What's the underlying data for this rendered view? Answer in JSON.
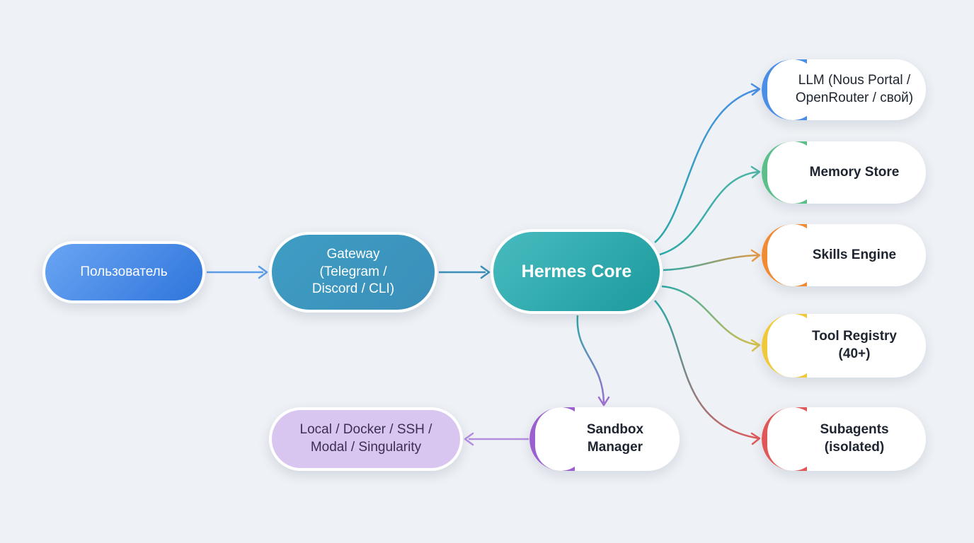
{
  "nodes": {
    "user": {
      "label": "Пользователь"
    },
    "gateway": {
      "label": "Gateway\n(Telegram /\nDiscord / CLI)"
    },
    "core": {
      "label": "Hermes Core"
    },
    "llm": {
      "label": "LLM (Nous Portal /\nOpenRouter / свой)",
      "accent": "#4a8ee6"
    },
    "memory": {
      "label": "Memory Store",
      "accent": "#5cbf8a"
    },
    "skills": {
      "label": "Skills Engine",
      "accent": "#f08a33"
    },
    "tools": {
      "label": "Tool Registry\n(40+)",
      "accent": "#f0c93a"
    },
    "subagents": {
      "label": "Subagents\n(isolated)",
      "accent": "#e05757"
    },
    "sandbox": {
      "label": "Sandbox\nManager",
      "accent": "#9b5fd0"
    },
    "sandbox_env": {
      "label": "Local / Docker / SSH /\nModal / Singularity"
    }
  },
  "edge_colors": {
    "user_gateway": "#5b9ee8",
    "gateway_core": "#3a90b8",
    "core_llm": "#4a8ee6",
    "core_memory": "#4fb5a6",
    "core_skills": "#e89a45",
    "core_tools": "#d9c04a",
    "core_subagents": "#e05a5a",
    "core_sandbox": "#9b6fd0",
    "sandbox_env": "#b58ee0"
  }
}
